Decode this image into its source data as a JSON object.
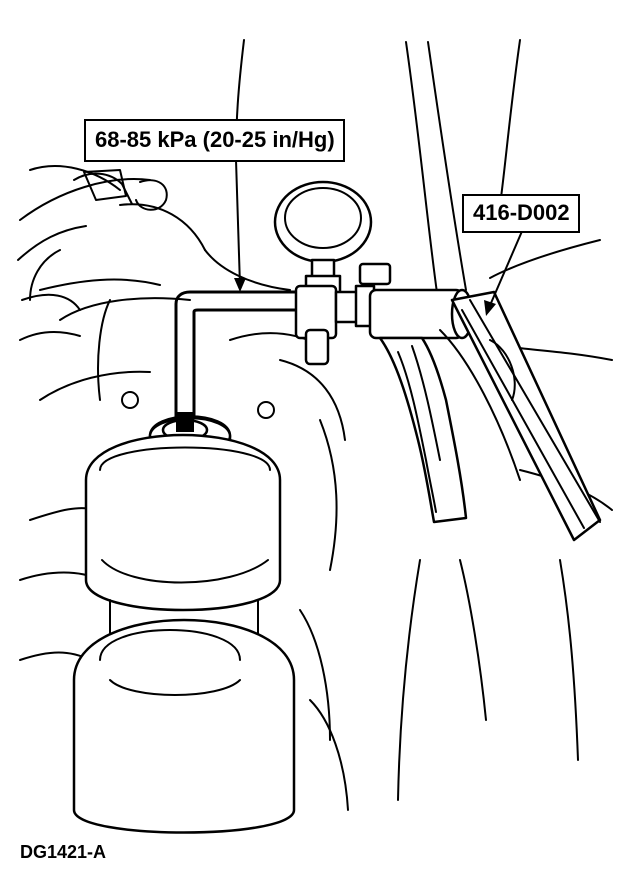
{
  "callouts": {
    "vacuum_reading": "68-85 kPa (20-25 in/Hg)",
    "tool_number": "416-D002"
  },
  "figure_id": "DG1421-A",
  "colors": {
    "line": "#000000",
    "background": "#ffffff"
  }
}
